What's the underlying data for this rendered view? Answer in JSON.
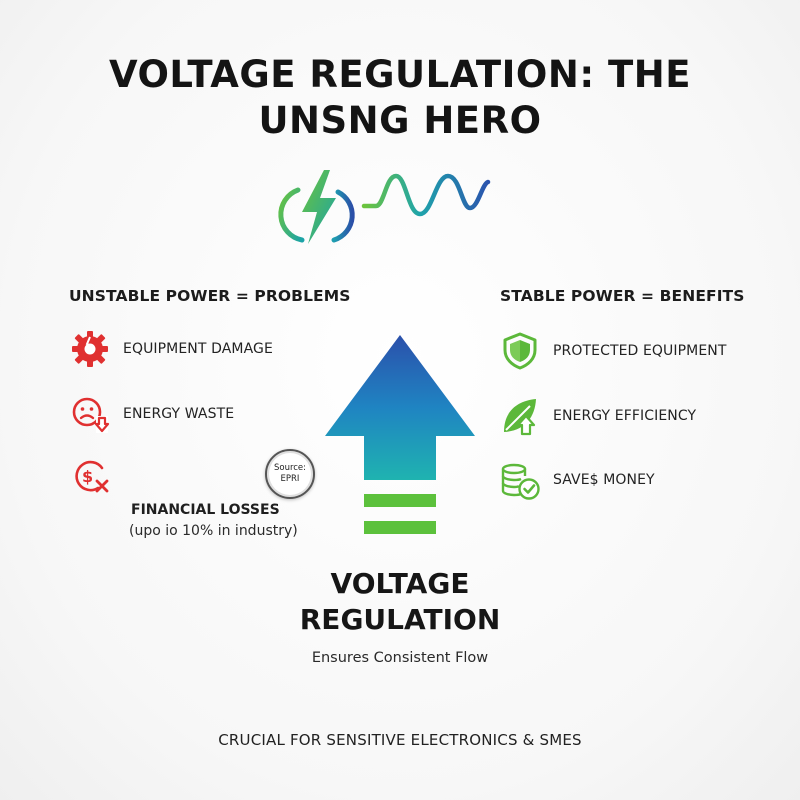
{
  "title": {
    "line1": "VOLTAGE REGULATION: THE",
    "line2": "UNSNG HERO"
  },
  "left": {
    "heading": "UNSTABLE POWER = PROBLEMS",
    "items": [
      {
        "icon": "gear-damage-icon",
        "label": "EQUIPMENT DAMAGE"
      },
      {
        "icon": "sad-face-down-arrow-icon",
        "label": "ENERGY WASTE"
      },
      {
        "icon": "dollar-x-icon",
        "label": ""
      }
    ],
    "financial": {
      "title": "FINANCIAL LOSSES",
      "subtitle": "(upo io 10% in industry)"
    }
  },
  "badge": {
    "line1": "Source:",
    "line2": "EPRI"
  },
  "right": {
    "heading": "STABLE POWER = BENEFITS",
    "items": [
      {
        "icon": "shield-icon",
        "label": "PROTECTED EQUIPMENT"
      },
      {
        "icon": "leaf-up-arrow-icon",
        "label": "ENERGY EFFICIENCY"
      },
      {
        "icon": "coins-check-icon",
        "label": "SAVE$ MONEY"
      }
    ]
  },
  "center": {
    "line1": "VOLTAGE",
    "line2": "REGULATION",
    "subtitle": "Ensures Consistent Flow"
  },
  "footer": "CRUCIAL FOR SENSITIVE ELECTRONICS & SMES",
  "colors": {
    "red": "#e03030",
    "green": "#5cb83a",
    "blue": "#2a5cb0",
    "teal": "#1f9fb0"
  }
}
